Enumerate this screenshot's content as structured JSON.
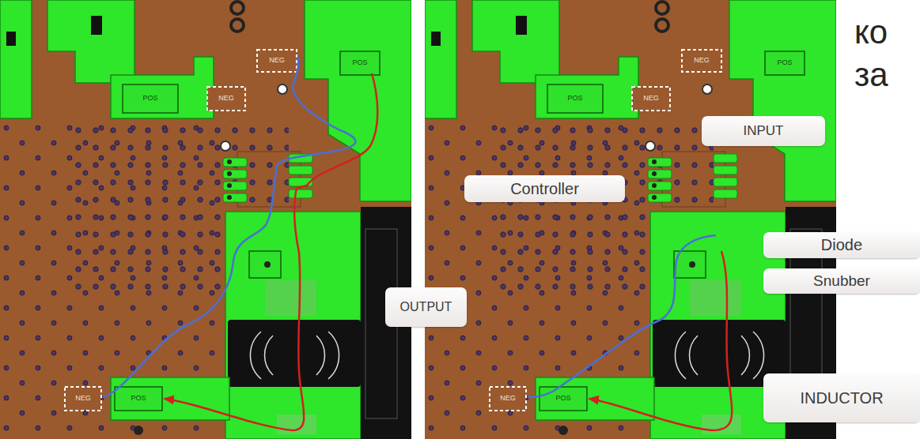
{
  "diagram": {
    "nodes": [
      {
        "text": [
          "INPUT"
        ]
      },
      {
        "text": [
          "Controller"
        ]
      },
      {
        "text": [
          "Diode"
        ]
      },
      {
        "text": [
          "Snubber"
        ]
      },
      {
        "text": [
          "OUTPUT"
        ]
      },
      {
        "text": [
          "INDUCTOR"
        ]
      }
    ],
    "labels": [
      "ко",
      "за",
      "NEG",
      "POS",
      "POS",
      "NEG",
      "NEG",
      "POS",
      "NEG",
      "POS",
      "POS",
      "NEG",
      "NEG",
      "POS"
    ]
  }
}
